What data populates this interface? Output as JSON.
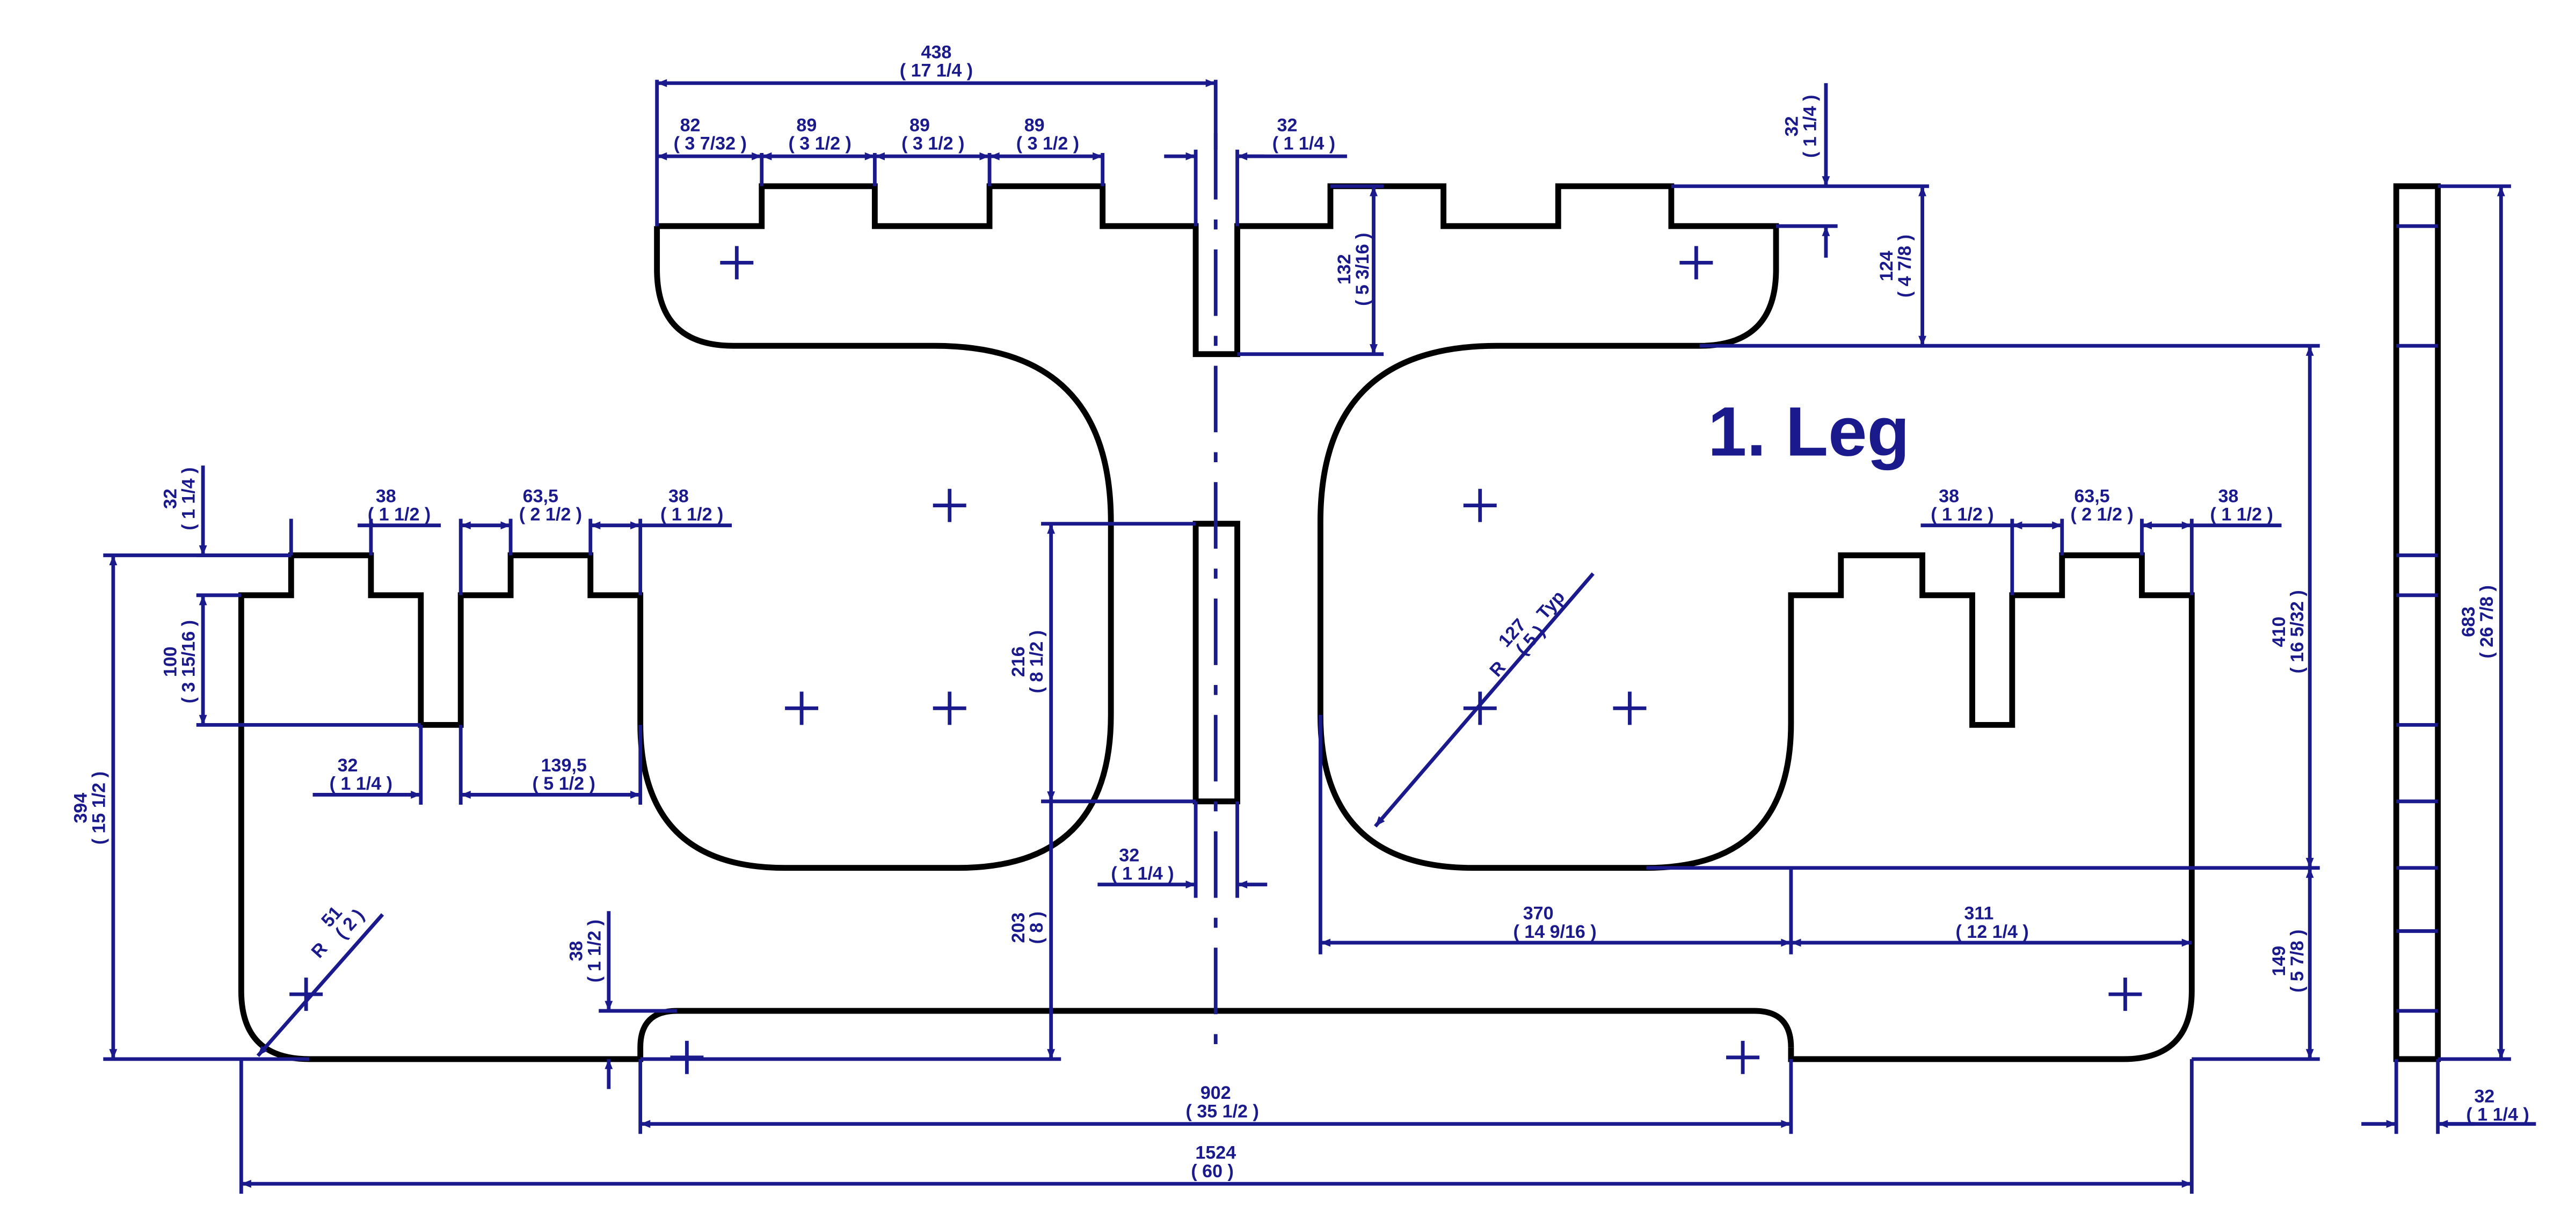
{
  "title": "1. Leg",
  "dimensions": {
    "top_overall": {
      "mm": "438",
      "in": "( 17 1/4 )"
    },
    "notch_82": {
      "mm": "82",
      "in": "( 3 7/32 )"
    },
    "notch_89a": {
      "mm": "89",
      "in": "( 3 1/2 )"
    },
    "notch_89b": {
      "mm": "89",
      "in": "( 3 1/2 )"
    },
    "notch_89c": {
      "mm": "89",
      "in": "( 3 1/2 )"
    },
    "slot_32_top": {
      "mm": "32",
      "in": "( 1 1/4 )"
    },
    "height_132": {
      "mm": "132",
      "in": "( 5 3/16 )"
    },
    "height_32_right": {
      "mm": "32",
      "in": "( 1 1/4 )"
    },
    "height_124": {
      "mm": "124",
      "in": "( 4 7/8 )"
    },
    "height_216": {
      "mm": "216",
      "in": "( 8 1/2 )"
    },
    "height_203": {
      "mm": "203",
      "in": "( 8 )"
    },
    "slot_32_mid": {
      "mm": "32",
      "in": "( 1 1/4 )"
    },
    "left_38a": {
      "mm": "38",
      "in": "( 1 1/2 )"
    },
    "left_63_5": {
      "mm": "63,5",
      "in": "( 2 1/2 )"
    },
    "left_38b": {
      "mm": "38",
      "in": "( 1 1/2 )"
    },
    "left_32_top": {
      "mm": "32",
      "in": "( 1 1/4 )"
    },
    "left_100": {
      "mm": "100",
      "in": "( 3 15/16 )"
    },
    "left_32_slot": {
      "mm": "32",
      "in": "( 1 1/4 )"
    },
    "left_139_5": {
      "mm": "139,5",
      "in": "( 5 1/2 )"
    },
    "left_394": {
      "mm": "394",
      "in": "( 15 1/2 )"
    },
    "radius_51": {
      "r": "R",
      "mm": "51",
      "in": "( 2 )"
    },
    "bottom_38": {
      "mm": "38",
      "in": "( 1 1/2 )"
    },
    "bottom_902": {
      "mm": "902",
      "in": "( 35 1/2 )"
    },
    "bottom_1524": {
      "mm": "1524",
      "in": "( 60 )"
    },
    "radius_127": {
      "r": "R",
      "mm": "127",
      "in": "( 5 )",
      "typ": "Typ"
    },
    "right_38a": {
      "mm": "38",
      "in": "( 1 1/2 )"
    },
    "right_63_5": {
      "mm": "63,5",
      "in": "( 2 1/2 )"
    },
    "right_38b": {
      "mm": "38",
      "in": "( 1 1/2 )"
    },
    "width_370": {
      "mm": "370",
      "in": "( 14 9/16 )"
    },
    "width_311": {
      "mm": "311",
      "in": "( 12 1/4 )"
    },
    "height_410": {
      "mm": "410",
      "in": "( 16 5/32 )"
    },
    "height_149": {
      "mm": "149",
      "in": "( 5 7/8 )"
    },
    "side_683": {
      "mm": "683",
      "in": "( 26 7/8 )"
    },
    "side_32": {
      "mm": "32",
      "in": "( 1 1/4 )"
    }
  },
  "colors": {
    "dimension": "#1a1a8c",
    "outline": "#000000",
    "background": "#ffffff"
  }
}
